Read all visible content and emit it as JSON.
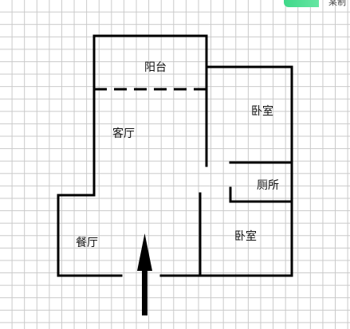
{
  "rooms": {
    "balcony": "阳台",
    "living_room": "客厅",
    "bedroom_top": "卧室",
    "bathroom": "厕所",
    "bedroom_bottom": "卧室",
    "dining_room": "餐厅"
  },
  "corner_text": "某制",
  "colors": {
    "wall": "#000000",
    "grid": "#c9c9c9",
    "badge": "#3fd889"
  }
}
